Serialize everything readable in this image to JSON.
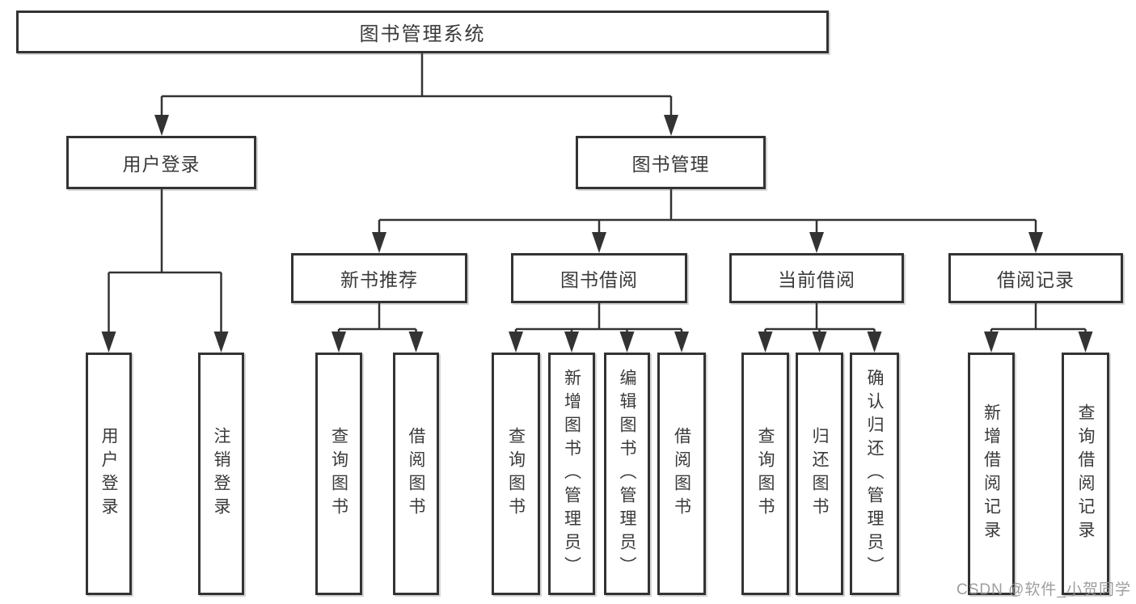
{
  "diagram": {
    "type": "hierarchy-tree",
    "colors": {
      "line": "#333333",
      "box_border": "#333333",
      "text": "#3a3a3a",
      "background": "#ffffff",
      "watermark": "#949494"
    }
  },
  "tree": {
    "label": "图书管理系统",
    "children": [
      {
        "label": "用户登录",
        "children": [
          {
            "label": "用户登录"
          },
          {
            "label": "注销登录"
          }
        ]
      },
      {
        "label": "图书管理",
        "children": [
          {
            "label": "新书推荐",
            "children": [
              {
                "label": "查询图书"
              },
              {
                "label": "借阅图书"
              }
            ]
          },
          {
            "label": "图书借阅",
            "children": [
              {
                "label": "查询图书"
              },
              {
                "label": "新增图书（管理员）"
              },
              {
                "label": "编辑图书（管理员）"
              },
              {
                "label": "借阅图书"
              }
            ]
          },
          {
            "label": "当前借阅",
            "children": [
              {
                "label": "查询图书"
              },
              {
                "label": "归还图书"
              },
              {
                "label": "确认归还（管理员）"
              }
            ]
          },
          {
            "label": "借阅记录",
            "children": [
              {
                "label": "新增借阅记录"
              },
              {
                "label": "查询借阅记录"
              }
            ]
          }
        ]
      }
    ]
  },
  "watermark": {
    "text": "CSDN @软件_小贺同学"
  }
}
